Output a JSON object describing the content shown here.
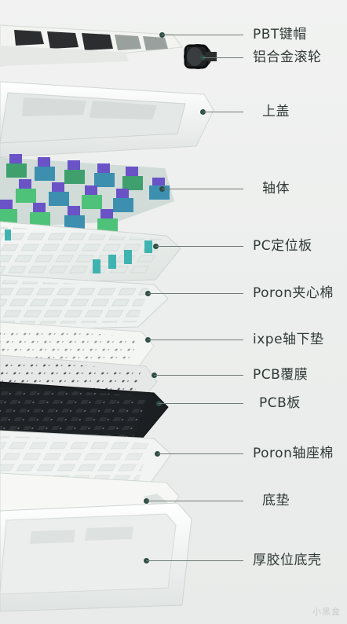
{
  "layers": [
    {
      "id": "keycaps",
      "label": "PBT键帽"
    },
    {
      "id": "knob",
      "label": "铝合金滚轮"
    },
    {
      "id": "top-case",
      "label": "上盖"
    },
    {
      "id": "switches",
      "label": "轴体"
    },
    {
      "id": "pc-plate",
      "label": "PC定位板"
    },
    {
      "id": "poron-sandwich",
      "label": "Poron夹心棉"
    },
    {
      "id": "ixpe-pad",
      "label": "ixpe轴下垫"
    },
    {
      "id": "pcb-film",
      "label": "PCB覆膜"
    },
    {
      "id": "pcb",
      "label": "PCB板"
    },
    {
      "id": "poron-socket",
      "label": "Poron轴座棉"
    },
    {
      "id": "bottom-pad",
      "label": "底垫"
    },
    {
      "id": "bottom-case",
      "label": "厚胶位底壳"
    }
  ],
  "watermark": "小黑盒"
}
